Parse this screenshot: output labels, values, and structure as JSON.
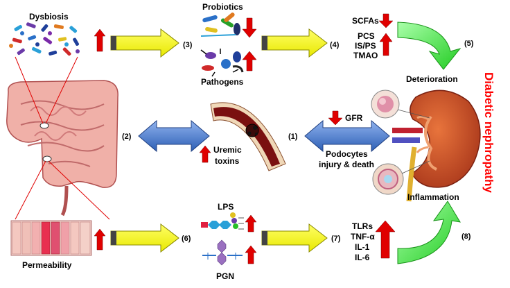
{
  "labels": {
    "dysbiosis": "Dysbiosis",
    "probiotics": "Probiotics",
    "pathogens": "Pathogens",
    "scfas": "SCFAs",
    "pcs": "PCS",
    "is_ps": "IS/PS",
    "tmao": "TMAO",
    "deterioration": "Deterioration",
    "inflammation": "Inflammation",
    "diabetic_nephropathy": "Diabetic nephropathy",
    "gfr": "GFR",
    "podocytes_line1": "Podocytes",
    "podocytes_line2": "injury & death",
    "uremic_line1": "Uremic",
    "uremic_line2": "toxins",
    "permeability": "Permeability",
    "lps": "LPS",
    "pgn": "PGN",
    "tlrs": "TLRs",
    "tnf": "TNF-α",
    "il1": "IL-1",
    "il6": "IL-6"
  },
  "steps": {
    "s1": "(1)",
    "s2": "(2)",
    "s3": "(3)",
    "s4": "(4)",
    "s5": "(5)",
    "s6": "(6)",
    "s7": "(7)",
    "s8": "(8)"
  },
  "colors": {
    "arrow_red": "#e00000",
    "arrow_yellow": "#ffff00",
    "arrow_blue": "#4a78c8",
    "arrow_green": "#33dd33",
    "title_red": "#ff0000",
    "kidney": "#c84a20",
    "vessel": "#7a1010"
  }
}
